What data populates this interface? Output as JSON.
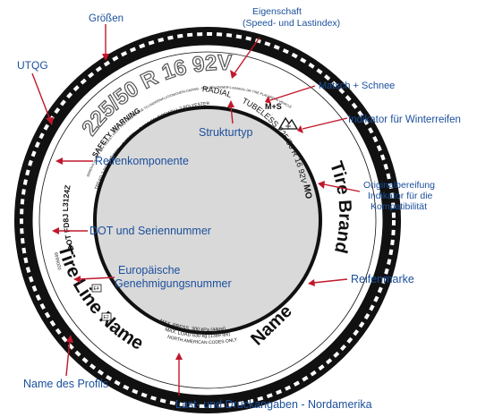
{
  "labels": {
    "groessen": "Größen",
    "eigenschaft_line1": "Eigenschaft",
    "eigenschaft_line2": "(Speed- und Lastindex)",
    "utqg": "UTQG",
    "matsch": "Matsch + Schnee",
    "strukturtyp": "Strukturtyp",
    "winter": "Indikator für Winterreifen",
    "reifenkomponente": "Reifenkomponente",
    "original_line1": "Originalbereifung",
    "original_line2": "Indikator für die",
    "original_line3": "Kompatibilität",
    "dot": "DOT und Seriennummer",
    "euro_line1": "Europäische",
    "euro_line2": "Genehmigungsnummer",
    "reifenmarke": "Reifenmarke",
    "profil": "Name des Profils",
    "lastdruck": "Last- und Druckangaben - Nordamerika"
  },
  "tire_markings": {
    "size": "225/50 R 16  92V",
    "ms": "M+S",
    "radial": "RADIAL",
    "tubeless": "TUBELESS 225/50 R 16  92V",
    "oe_mark": "MO",
    "brand": "Tire Brand",
    "brand_name": "Name",
    "line_name": "Tire Line Name",
    "dot_code": "DOT FD8J L3124Z",
    "safety": "SAFETY WARNING",
    "tread_plies": "TREAD 2 POLYESTER + 2 STEEL + 1 NYLON  SIDEWALL 2 POLYESTER",
    "warning_text": "SERIOUS INJURY MAY RESULT FROM TIRE FAILURE DUE TO UNDERINFLATION/OVERLOADING - FOLLOW OWNER'S MANUAL OR TIRE PLACARD IN VEHICLE",
    "na_codes": "NORTH AMERICAN CODES ONLY",
    "max_load": "MAX. LOAD 630 kg (1389 lbs)",
    "max_press": "MAX. PRESS. 300 kPa (44psi)",
    "e_mark1": "E4",
    "e_mark2": "E2",
    "e_number": "0205649"
  },
  "colors": {
    "label": "#1a4f9c",
    "leader": "#c0182b",
    "tire": "#111111",
    "rim": "#d9d9d9"
  },
  "icons": {
    "winter": "mountain-snowflake-icon"
  }
}
